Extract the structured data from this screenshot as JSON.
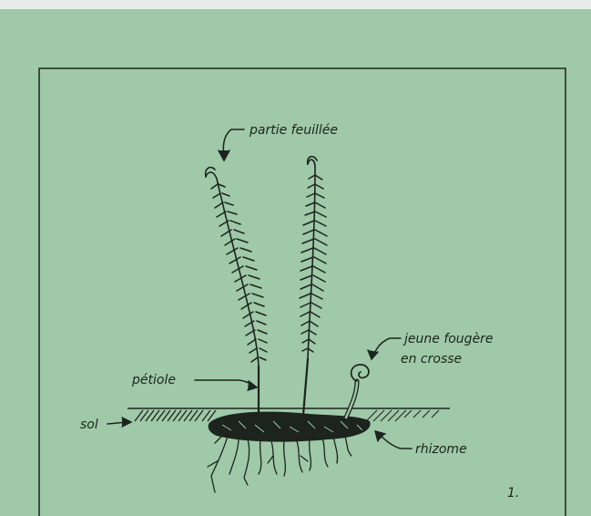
{
  "figure": {
    "background_color": "#9fc9a8",
    "ink_color": "#1c241d",
    "labels": {
      "leafy_part": "partie feuillée",
      "young_fern_line1": "jeune fougère",
      "young_fern_line2": "en crosse",
      "petiole": "pétiole",
      "soil": "sol",
      "rhizome": "rhizome",
      "figure_number": "1."
    }
  }
}
